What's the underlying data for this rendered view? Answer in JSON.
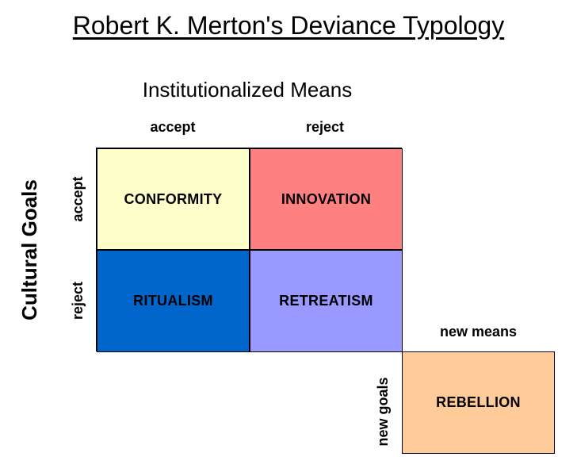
{
  "title": "Robert K. Merton's Deviance Typology",
  "means_axis": {
    "title": "Institutionalized Means",
    "columns": [
      "accept",
      "reject"
    ]
  },
  "goals_axis": {
    "title": "Cultural Goals",
    "rows": [
      "accept",
      "reject"
    ]
  },
  "cells": [
    {
      "label": "CONFORMITY",
      "color": "#FFFFCC"
    },
    {
      "label": "INNOVATION",
      "color": "#FF8080"
    },
    {
      "label": "RITUALISM",
      "color": "#0066CC"
    },
    {
      "label": "RETREATISM",
      "color": "#9999FF"
    }
  ],
  "rebellion": {
    "means_label": "new means",
    "goals_label": "new goals",
    "label": "REBELLION",
    "color": "#FFCC99"
  }
}
